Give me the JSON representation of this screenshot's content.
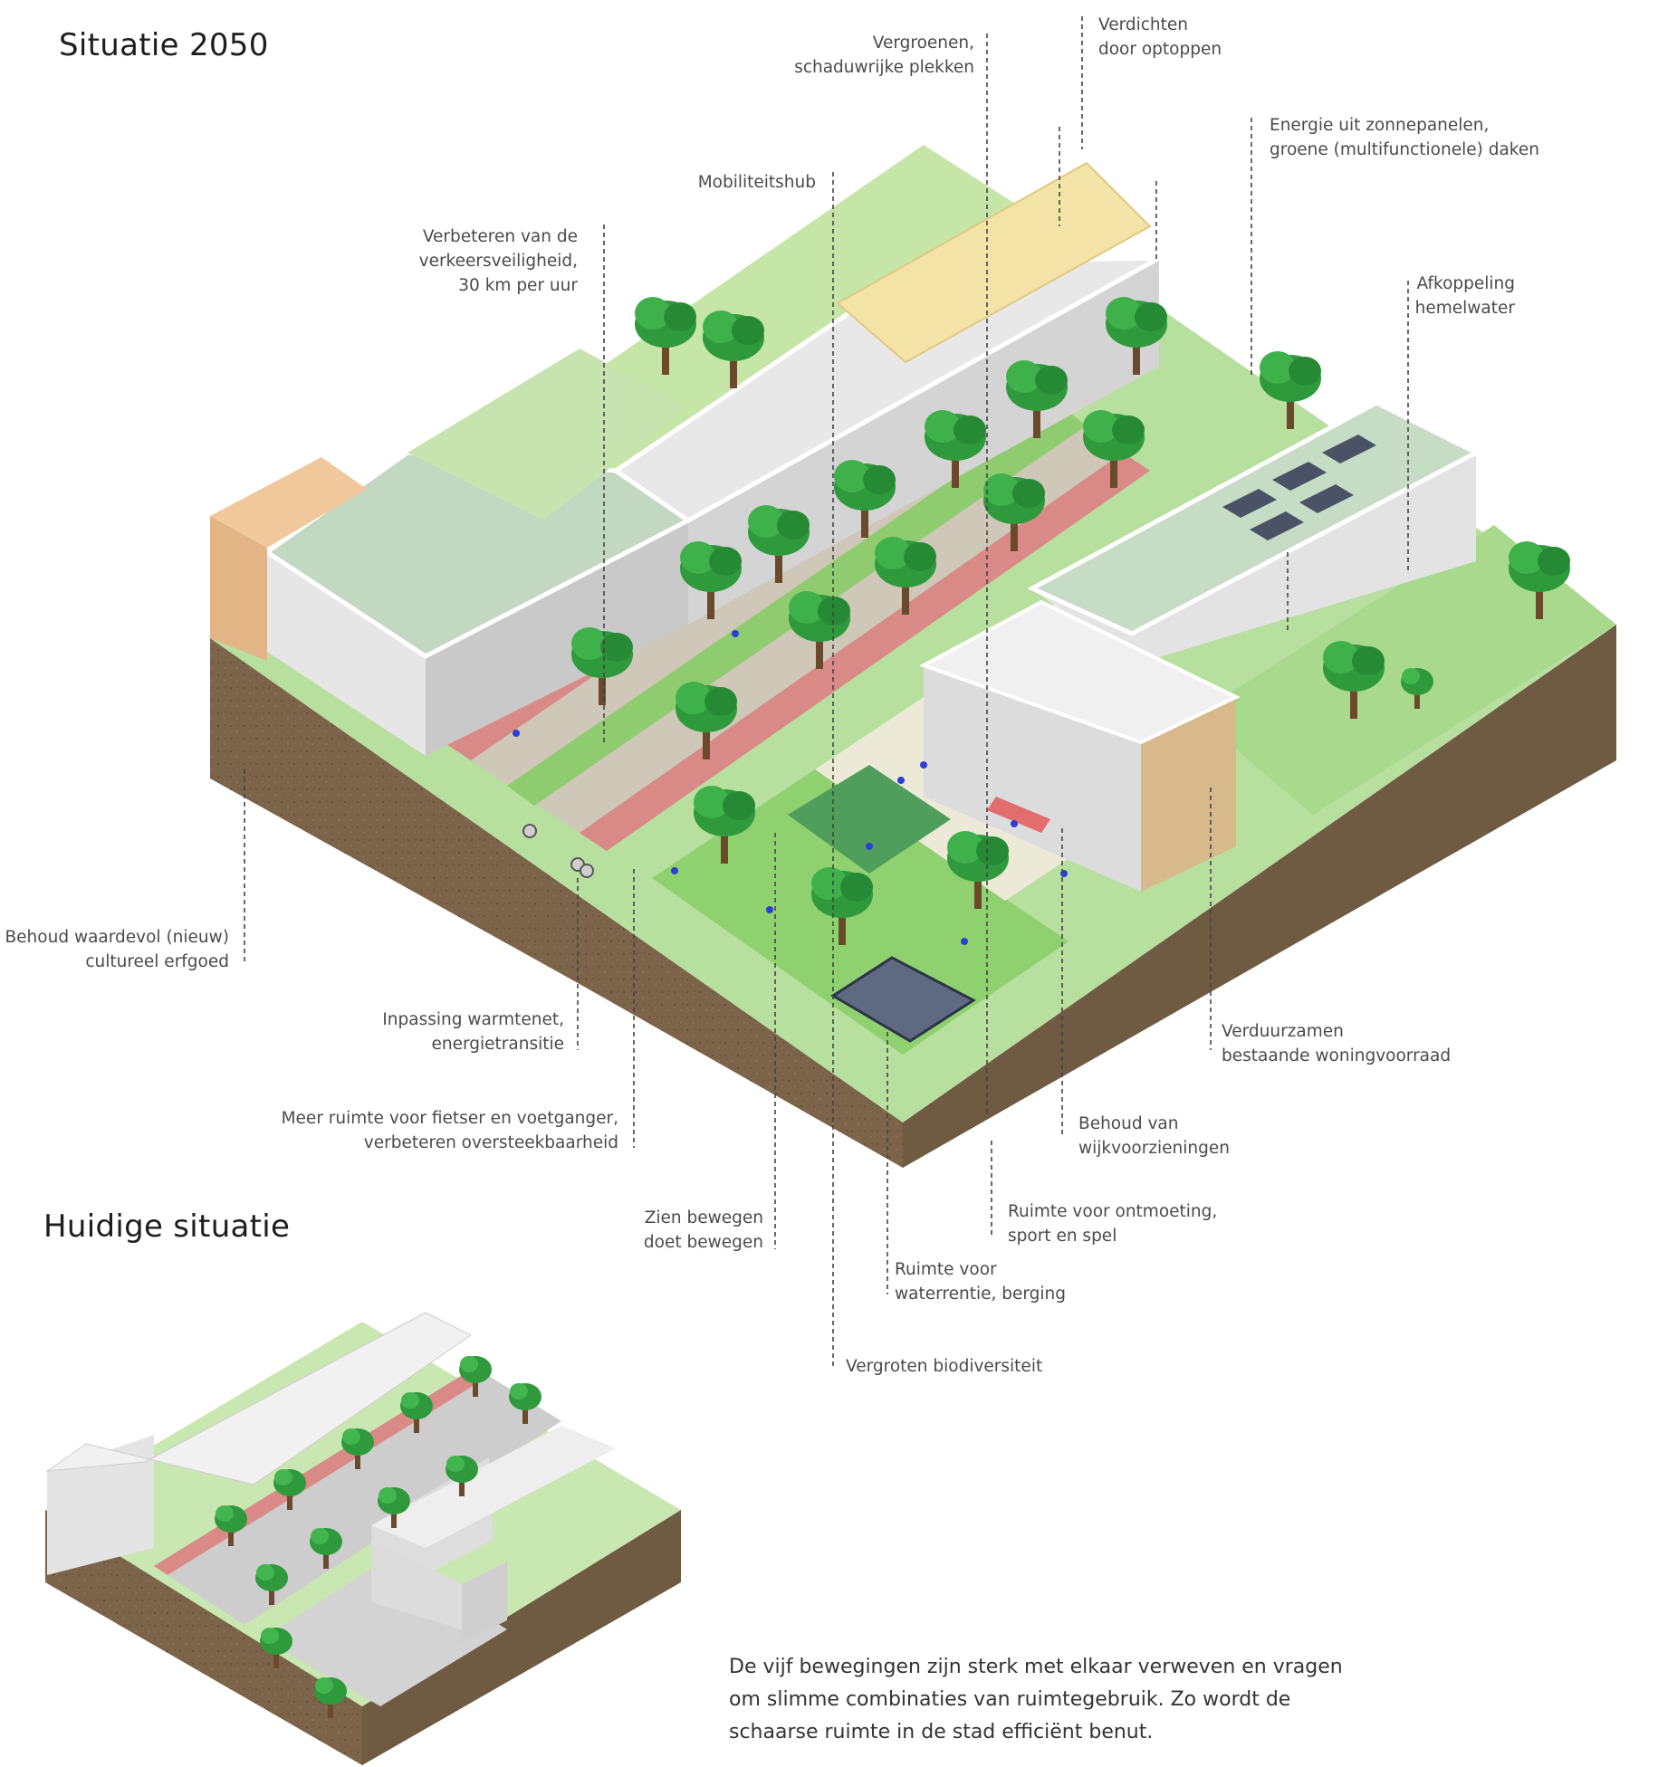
{
  "headings": {
    "future": "Situatie 2050",
    "current": "Huidige situatie"
  },
  "labels": {
    "greening": [
      "Vergroenen,",
      "schaduwrijke plekken"
    ],
    "densify": [
      "Verdichten",
      "door optoppen"
    ],
    "energy": [
      "Energie uit zonnepanelen,",
      "groene (multifunctionele) daken"
    ],
    "mobility_hub": [
      "Mobiliteitshub"
    ],
    "traffic_safety": [
      "Verbeteren van de",
      "verkeersveiligheid,",
      "30 km per uur"
    ],
    "rainwater": [
      "Afkoppeling",
      "hemelwater"
    ],
    "heritage": [
      "Behoud waardevol (nieuw)",
      "cultureel erfgoed"
    ],
    "heat_network": [
      "Inpassing warmtenet,",
      "energietransitie"
    ],
    "cyclist_space": [
      "Meer ruimte voor fietser en voetganger,",
      "verbeteren oversteekbaarheid"
    ],
    "movement": [
      "Zien bewegen",
      "doet bewegen"
    ],
    "water_retention": [
      "Ruimte voor",
      "waterrentie, berging"
    ],
    "biodiversity": [
      "Vergroten biodiversiteit"
    ],
    "meeting_space": [
      "Ruimte voor ontmoeting,",
      "sport en spel"
    ],
    "amenities": [
      "Behoud van",
      "wijkvoorzieningen"
    ],
    "sustainable_housing": [
      "Verduurzamen",
      "bestaande woningvoorraad"
    ]
  },
  "caption": [
    "De vijf bewegingen zijn sterk met elkaar verweven en vragen",
    "om slimme combinaties van ruimtegebruik. Zo wordt de",
    "schaarse ruimte in de stad efficiënt benut."
  ],
  "colors": {
    "soil": "#7a6248",
    "grass": "#9fd38a",
    "tree": "#2f9a3c",
    "building": "#dcdcdc",
    "roof": "#c8dcc4",
    "bike_lane": "#d98a86",
    "people": "#2b3fd6"
  }
}
